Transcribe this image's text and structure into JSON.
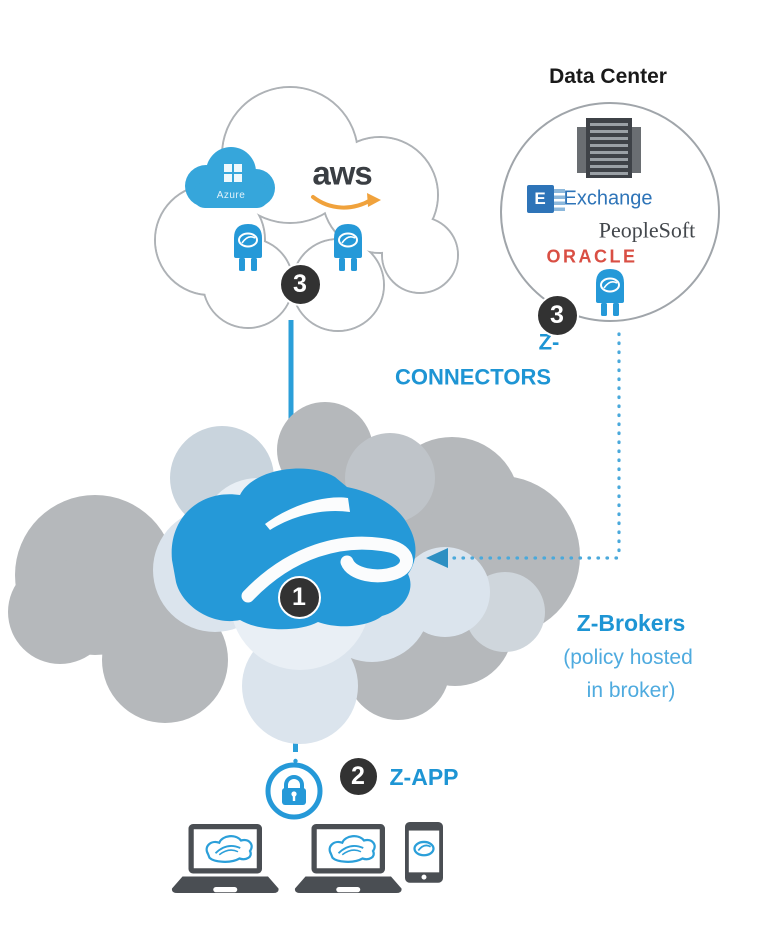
{
  "diagram": {
    "title": "Data Center",
    "labels": {
      "z_connectors_line1": "Z-",
      "z_connectors_line2": "CONNECTORS",
      "z_brokers_title": "Z-Brokers",
      "z_brokers_sub_line1": "(policy hosted",
      "z_brokers_sub_line2": "in broker)",
      "z_app": "Z-APP"
    },
    "badges": {
      "cloud_connectors": "3",
      "datacenter_connectors": "3",
      "broker": "1",
      "zapp": "2"
    },
    "logos": {
      "aws": "aws",
      "azure": "Azure",
      "exchange_letter": "E",
      "exchange_text": "Exchange",
      "peoplesoft": "PeopleSoft",
      "oracle": "ORACLE"
    },
    "icon_names": {
      "public_cloud": "cloud-outline",
      "connector": "z-connector-plug-icon",
      "server": "server-rack-icon",
      "lock": "lock-icon",
      "devices": [
        "laptop-icon",
        "laptop-icon",
        "smartphone-icon"
      ],
      "broker_logo": "zscaler-cloud-logo"
    },
    "colors": {
      "zscaler_blue": "#2599d8",
      "label_blue": "#1e95d4",
      "sub_label_blue": "#4fabdf",
      "badge_dark": "#323232",
      "oracle_red": "#d94f44",
      "exchange_blue": "#2e74b8",
      "aws_orange": "#f0a23c",
      "device_gray": "#4a4e53",
      "cloud_gray": "#b5b8bb"
    }
  }
}
